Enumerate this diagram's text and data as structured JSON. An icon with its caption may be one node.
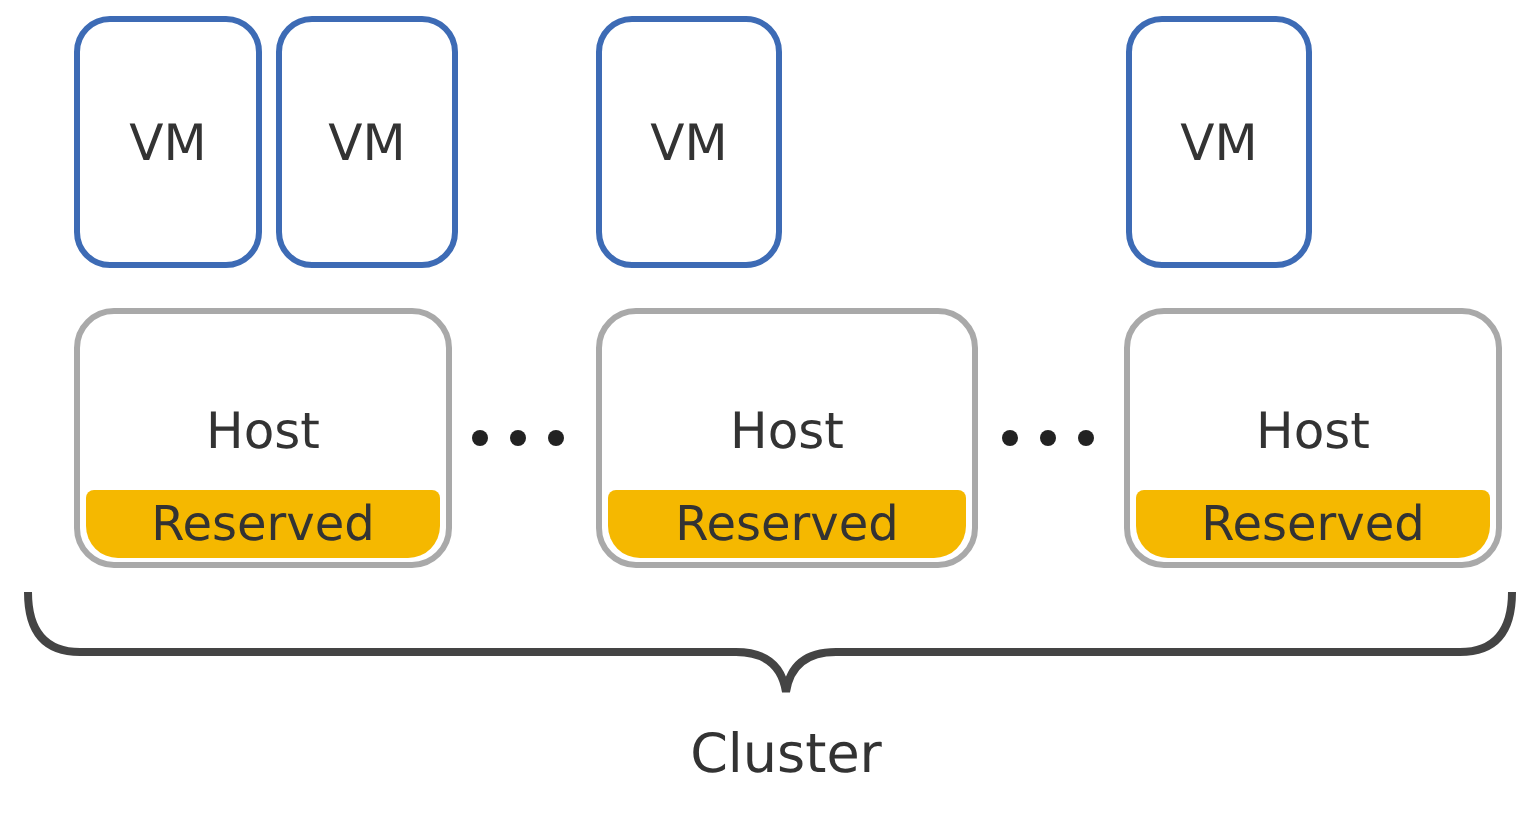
{
  "diagram": {
    "nodes": [
      {
        "text": [
          "VM"
        ]
      },
      {
        "text": [
          "VM"
        ]
      },
      {
        "text": [
          "VM"
        ]
      },
      {
        "text": [
          "VM"
        ]
      },
      {
        "text": [
          "Host"
        ]
      },
      {
        "text": [
          "Reserved"
        ],
        "in": 4
      },
      {
        "text": [
          "Host"
        ]
      },
      {
        "text": [
          "Reserved"
        ],
        "in": 6
      },
      {
        "text": [
          "Host"
        ]
      },
      {
        "text": [
          "Reserved"
        ],
        "in": 8
      }
    ],
    "labels": [
      "Cluster"
    ]
  }
}
